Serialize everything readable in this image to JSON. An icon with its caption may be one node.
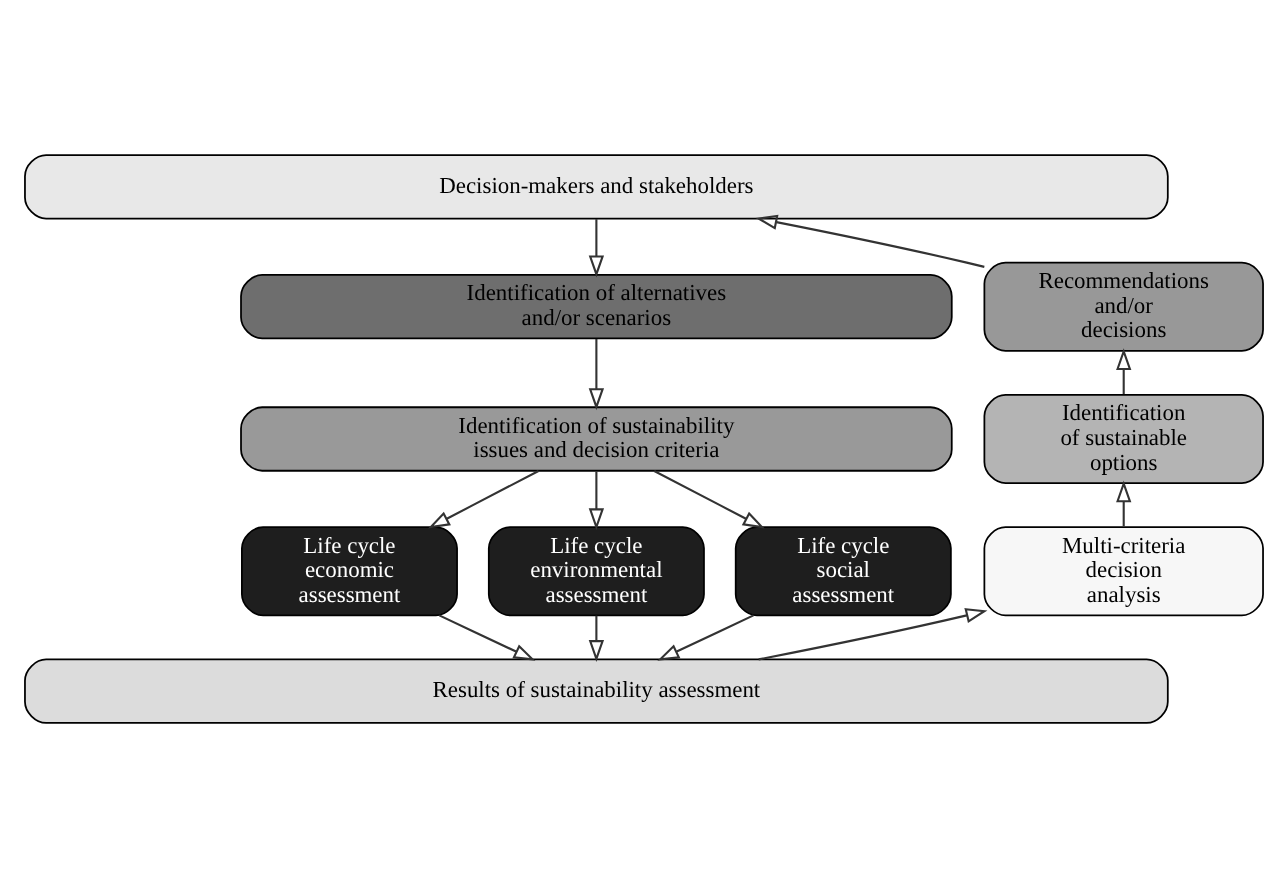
{
  "diagram": {
    "nodes": [
      {
        "text": [
          "Decision-makers and stakeholders"
        ]
      },
      {
        "text": [
          "Recommendations and/or decisions"
        ]
      },
      {
        "text": [
          "Identification of alternatives and/or scenarios"
        ]
      },
      {
        "text": [
          "Identification of sustainable options"
        ]
      },
      {
        "text": [
          "Identification of sustainability issues and decision criteria"
        ]
      },
      {
        "text": [
          "Multi-criteria decision analysis"
        ]
      },
      {
        "text": [
          "Life cycle economic assessment"
        ]
      },
      {
        "text": [
          "Life cycle environmental assessment"
        ]
      },
      {
        "text": [
          "Life cycle social assessment"
        ]
      },
      {
        "text": [
          "Results of sustainability assessment"
        ]
      }
    ],
    "edges": [
      {
        "from": 1,
        "to": 0,
        "arrow": "to"
      },
      {
        "from": 0,
        "to": 2,
        "arrow": "to"
      },
      {
        "from": 3,
        "to": 1,
        "arrow": "to"
      },
      {
        "from": 2,
        "to": 4,
        "arrow": "to"
      },
      {
        "from": 5,
        "to": 3,
        "arrow": "to"
      },
      {
        "from": 4,
        "to": 6,
        "arrow": "to"
      },
      {
        "from": 4,
        "to": 7,
        "arrow": "to"
      },
      {
        "from": 4,
        "to": 8,
        "arrow": "to"
      },
      {
        "from": 6,
        "to": 9,
        "arrow": "to"
      },
      {
        "from": 7,
        "to": 9,
        "arrow": "to"
      },
      {
        "from": 8,
        "to": 9,
        "arrow": "to"
      },
      {
        "from": 9,
        "to": 5,
        "arrow": "to"
      }
    ]
  }
}
